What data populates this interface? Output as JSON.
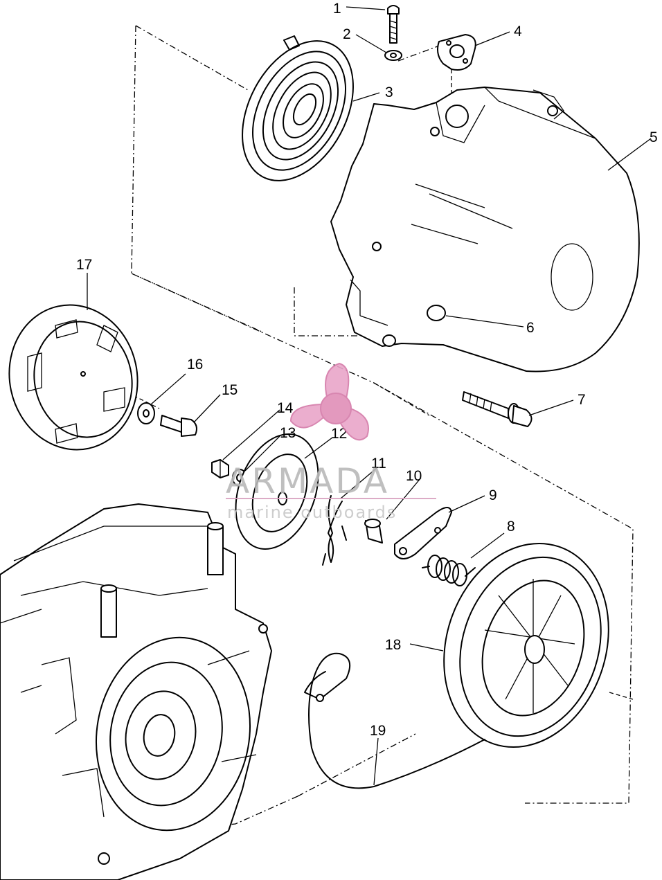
{
  "diagram": {
    "callouts": [
      {
        "id": "1",
        "label": "1"
      },
      {
        "id": "2",
        "label": "2"
      },
      {
        "id": "3",
        "label": "3"
      },
      {
        "id": "4",
        "label": "4"
      },
      {
        "id": "5",
        "label": "5"
      },
      {
        "id": "6",
        "label": "6"
      },
      {
        "id": "7",
        "label": "7"
      },
      {
        "id": "8",
        "label": "8"
      },
      {
        "id": "9",
        "label": "9"
      },
      {
        "id": "10",
        "label": "10"
      },
      {
        "id": "11",
        "label": "11"
      },
      {
        "id": "12",
        "label": "12"
      },
      {
        "id": "13",
        "label": "13"
      },
      {
        "id": "14",
        "label": "14"
      },
      {
        "id": "15",
        "label": "15"
      },
      {
        "id": "16",
        "label": "16"
      },
      {
        "id": "17",
        "label": "17"
      },
      {
        "id": "18",
        "label": "18"
      },
      {
        "id": "19",
        "label": "19"
      }
    ]
  },
  "watermark": {
    "title": "ARMADA",
    "subtitle": "marine outboards",
    "logo_icon": "propeller-icon",
    "color": "#e9a6c9"
  }
}
